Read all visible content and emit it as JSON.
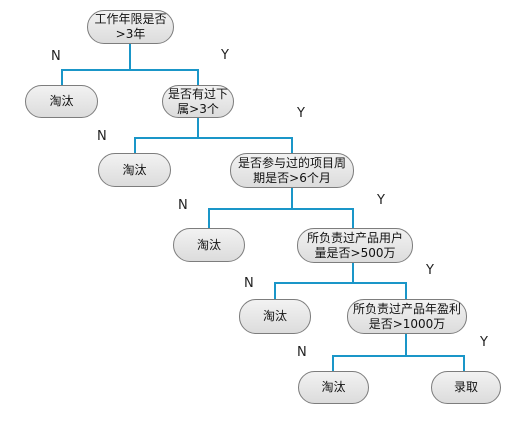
{
  "nodes": {
    "q_years": "工作年限是否>3年",
    "q_subordinates": "是否有过下属>3个",
    "q_project": "是否参与过的项目周期是否>6个月",
    "q_users": "所负责过产品用户量是否>500万",
    "q_profit": "所负责过产品年盈利是否>1000万",
    "eliminate": "淘汰",
    "hire": "录取"
  },
  "branch_labels": {
    "no": "N",
    "yes": "Y"
  },
  "colors": {
    "connector": "#1a96c8",
    "node_border": "#7d7d7d",
    "node_fill_top": "#f2f2f2",
    "node_fill_bottom": "#dcdcdc"
  }
}
